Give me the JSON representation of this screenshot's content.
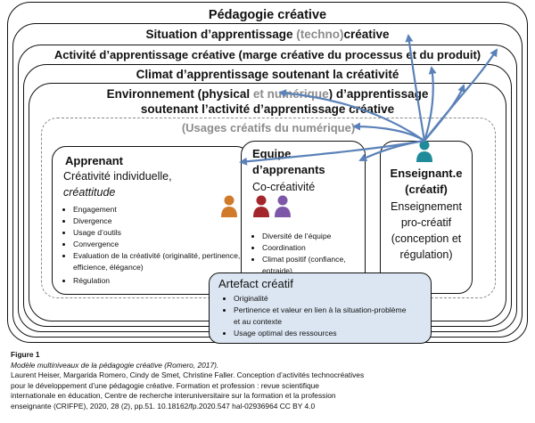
{
  "layers": {
    "pedagogie": "Pédagogie créative",
    "situation_pre": "Situation d’apprentissage ",
    "situation_techno": "(techno)",
    "situation_post": "créative",
    "activite": "Activité d’apprentissage créative (marge créative du processus et du produit)",
    "climat": "Climat d’apprentissage soutenant la créativité",
    "env_pre": "Environnement (physical ",
    "env_num": "et numérique",
    "env_post": ") d’apprentissage",
    "env_line2": "soutenant l’activité d’apprentissage créative",
    "usages": "(Usages créatifs du numérique)"
  },
  "apprenant": {
    "title": "Apprenant",
    "sub1": "Créativité individuelle,",
    "sub2": "créattitude",
    "items": [
      "Engagement",
      "Divergence",
      "Usage d’outils",
      "Convergence",
      "Evaluation de la créativité (originalité, pertinence, efficience, élégance)",
      "Régulation"
    ]
  },
  "equipe": {
    "title1": "Equipe",
    "title2": "d’apprenants",
    "sub": "Co-créativité",
    "items": [
      "Diversité de l’équipe",
      "Coordination",
      "Climat positif (confiance, entraide)"
    ]
  },
  "enseignant": {
    "title1": "Enseignant.e",
    "title2": "(créatif)",
    "desc1": "Enseignement",
    "desc2": "pro-créatif",
    "desc3": "(conception et",
    "desc4": "régulation)"
  },
  "artefact": {
    "title": "Artefact créatif",
    "items": [
      "Originalité",
      "Pertinence et valeur en lien à la situation-problème et au contexte",
      "Usage optimal des ressources"
    ]
  },
  "caption": {
    "label": "Figure 1",
    "title": "Modèle multiniveaux de la pédagogie créative (Romero, 2017).",
    "line1": "Laurent Heiser, Margarida Romero, Cindy de Smet, Christine Faller. Conception d’activités technocréatives",
    "line2": "pour le développement d’une pédagogie créative. Formation et profession : revue scientifique",
    "line3": "internationale en éducation, Centre de recherche interuniversitaire sur la formation et la profession",
    "line4": "enseignante (CRIFPE), 2020, 28 (2), pp.51. 10.18162/fp.2020.547 hal-02936964 CC BY 4.0"
  },
  "colors": {
    "arrow": "#5b82b8",
    "artefact_fill": "#dce6f2",
    "person_orange": "#d07a2c",
    "person_red": "#a3262a",
    "person_purple": "#7d58a8",
    "person_teal": "#1f8a99"
  }
}
